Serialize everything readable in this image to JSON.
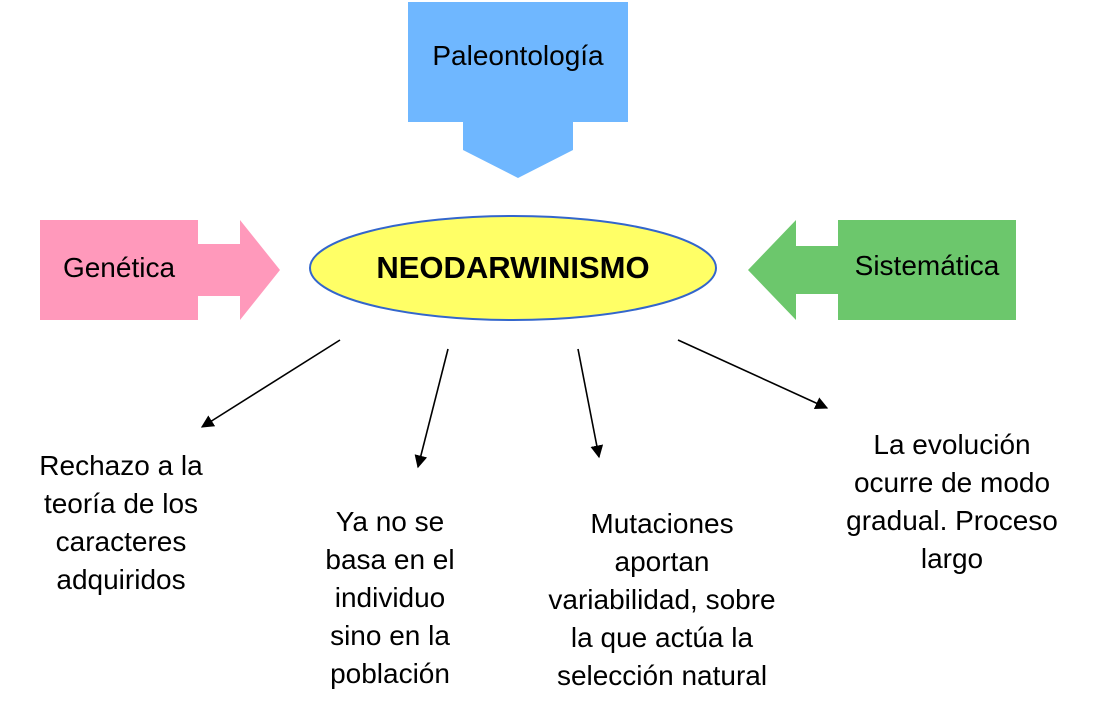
{
  "center": {
    "label": "NEODARWINISMO",
    "fill": "#ffff66",
    "stroke": "#3366cc"
  },
  "inputs": {
    "top": {
      "label": "Paleontología",
      "color": "#6fb7ff"
    },
    "left": {
      "label": "Genética",
      "color": "#ff99bb"
    },
    "right": {
      "label": "Sistemática",
      "color": "#6cc76c"
    }
  },
  "outcomes": [
    {
      "lines": [
        "Rechazo a la",
        "teoría de los",
        "caracteres",
        "adquiridos"
      ]
    },
    {
      "lines": [
        "Ya no se",
        "basa en el",
        "individuo",
        "sino en la",
        "población"
      ]
    },
    {
      "lines": [
        "Mutaciones",
        "aportan",
        "variabilidad, sobre",
        "la que actúa la",
        "selección natural"
      ]
    },
    {
      "lines": [
        "La evolución",
        "ocurre de modo",
        "gradual. Proceso",
        "largo"
      ]
    }
  ]
}
